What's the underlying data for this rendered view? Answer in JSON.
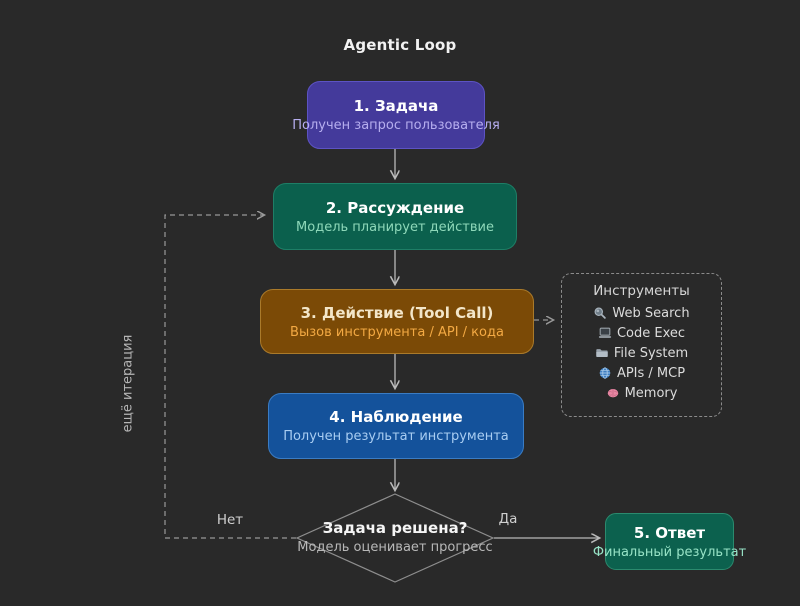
{
  "page": {
    "title": "Agentic Loop",
    "background_color": "#292929"
  },
  "flow": {
    "step1": {
      "title": "1. Задача",
      "subtitle": "Получен запрос пользователя",
      "fill": "#443a9b",
      "border": "#5d53c4",
      "subtitle_color": "#b6aeef"
    },
    "step2": {
      "title": "2. Рассуждение",
      "subtitle": "Модель планирует действие",
      "fill": "#0b604d",
      "border": "#1e7e66",
      "subtitle_color": "#8ed8b9"
    },
    "step3": {
      "title": "3. Действие (Tool Call)",
      "subtitle": "Вызов инструмента / API / кода",
      "fill": "#7b4a06",
      "border": "#aa7a2a",
      "title_color": "#f3e6c9",
      "subtitle_color": "#f3a943"
    },
    "step4": {
      "title": "4. Наблюдение",
      "subtitle": "Получен результат инструмента",
      "fill": "#14529b",
      "border": "#3a7cc4",
      "subtitle_color": "#a9cdf2"
    },
    "step5": {
      "title": "5. Ответ",
      "subtitle": "Финальный результат",
      "fill": "#0c614e",
      "border": "#2b8a6e",
      "subtitle_color": "#97e3c6"
    }
  },
  "decision": {
    "title": "Задача решена?",
    "subtitle": "Модель оценивает прогресс",
    "yes_label": "Да",
    "no_label": "Нет",
    "outline_color": "#8e8e8e"
  },
  "loop": {
    "label": "ещё итерация"
  },
  "tools": {
    "title": "Инструменты",
    "items": [
      {
        "icon": "web-search-icon",
        "label": "Web Search"
      },
      {
        "icon": "code-exec-icon",
        "label": "Code Exec"
      },
      {
        "icon": "file-system-icon",
        "label": "File System"
      },
      {
        "icon": "apis-mcp-icon",
        "label": "APIs / MCP"
      },
      {
        "icon": "memory-icon",
        "label": "Memory"
      }
    ]
  },
  "connectors": {
    "solid_color": "#b9b9b9",
    "dashed_color": "#999999"
  }
}
